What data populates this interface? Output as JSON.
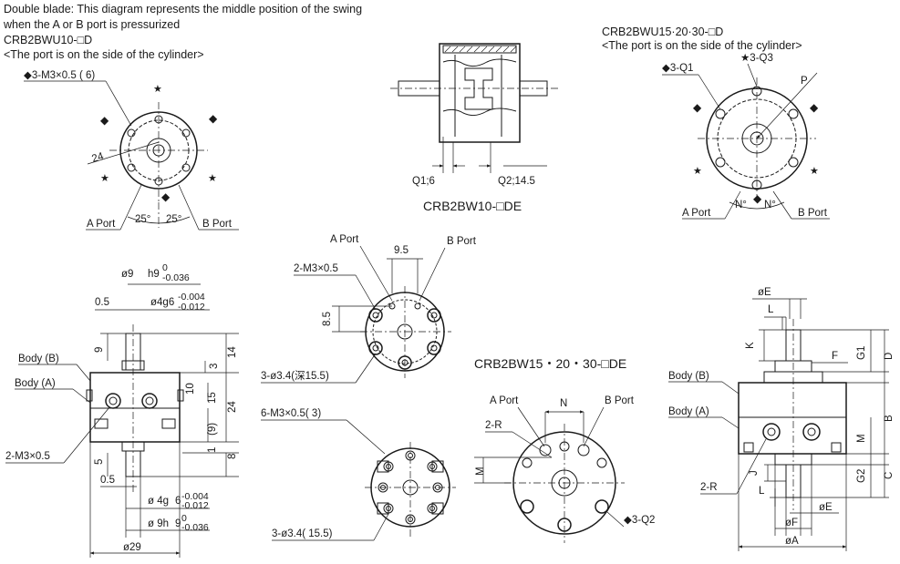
{
  "header": {
    "line1": "Double blade: This diagram represents the middle position of the swing",
    "line2": "when the A or B port is pressurized",
    "model_left": "CRB2BWU10-□D",
    "note_left": "<The port is on the side of the cylinder>",
    "model_right": "CRB2BWU15·20·30-□D",
    "note_right": "<The port is on the side of the cylinder>"
  },
  "top_left": {
    "thread": "◆3-M3×0.5 (   6)",
    "dim_24": "24",
    "a_port": "A Port",
    "b_port": "B Port",
    "angle_a": "25°",
    "angle_b": "25°"
  },
  "top_center": {
    "q1": "Q1;6",
    "q2": "Q2;14.5",
    "title": "CRB2BW10-□DE"
  },
  "top_right": {
    "q1": "◆3-Q1",
    "q3": "★3-Q3",
    "p": "P",
    "n1": "N°",
    "n2": "N°",
    "a_port": "A Port",
    "b_port": "B Port"
  },
  "mid_left": {
    "d9": "ø9",
    "h9": "h9",
    "h9_tol_u": "0",
    "h9_tol_l": "-0.036",
    "d05": "0.5",
    "g6": "ø4g6",
    "g6_tol_u": "-0.004",
    "g6_tol_l": "-0.012",
    "v9": "9",
    "v3": "3",
    "v14": "14",
    "v10": "10",
    "v15": "15",
    "v24": "24",
    "v9b": "(9)",
    "v1": "1",
    "v8": "8",
    "v5": "5",
    "body_b": "Body (B)",
    "body_a": "Body (A)",
    "m3": "2-M3×0.5",
    "b05": "0.5",
    "g4": "ø 4g",
    "g4_val": "6",
    "g4_tol_u": "-0.004",
    "g4_tol_l": "-0.012",
    "h9b": "ø 9h",
    "h9b_val": "9",
    "h9b_tol_u": "0",
    "h9b_tol_l": "-0.036",
    "d29": "ø29"
  },
  "mid_center": {
    "a_port": "A Port",
    "b_port": "B Port",
    "d95": "9.5",
    "m3": "2-M3×0.5",
    "d85": "8.5",
    "holes": "3-ø3.4(深15.5)",
    "m3b": "6-M3×0.5(    3)",
    "holes_b": "3-ø3.4(     15.5)"
  },
  "mid_right_title": "CRB2BW15・20・30-□DE",
  "bottom_center": {
    "a_port": "A Port",
    "b_port": "B Port",
    "n": "N",
    "r": "2-R",
    "m": "M",
    "q2": "◆3-Q2"
  },
  "right": {
    "de": "øE",
    "l": "L",
    "k": "K",
    "f": "F",
    "g1": "G1",
    "d": "D",
    "body_b": "Body (B)",
    "body_a": "Body (A)",
    "b": "B",
    "m": "M",
    "g2": "G2",
    "c": "C",
    "j": "J",
    "r": "2-R",
    "l2": "L",
    "de2": "øE",
    "df": "øF",
    "da": "øA"
  }
}
